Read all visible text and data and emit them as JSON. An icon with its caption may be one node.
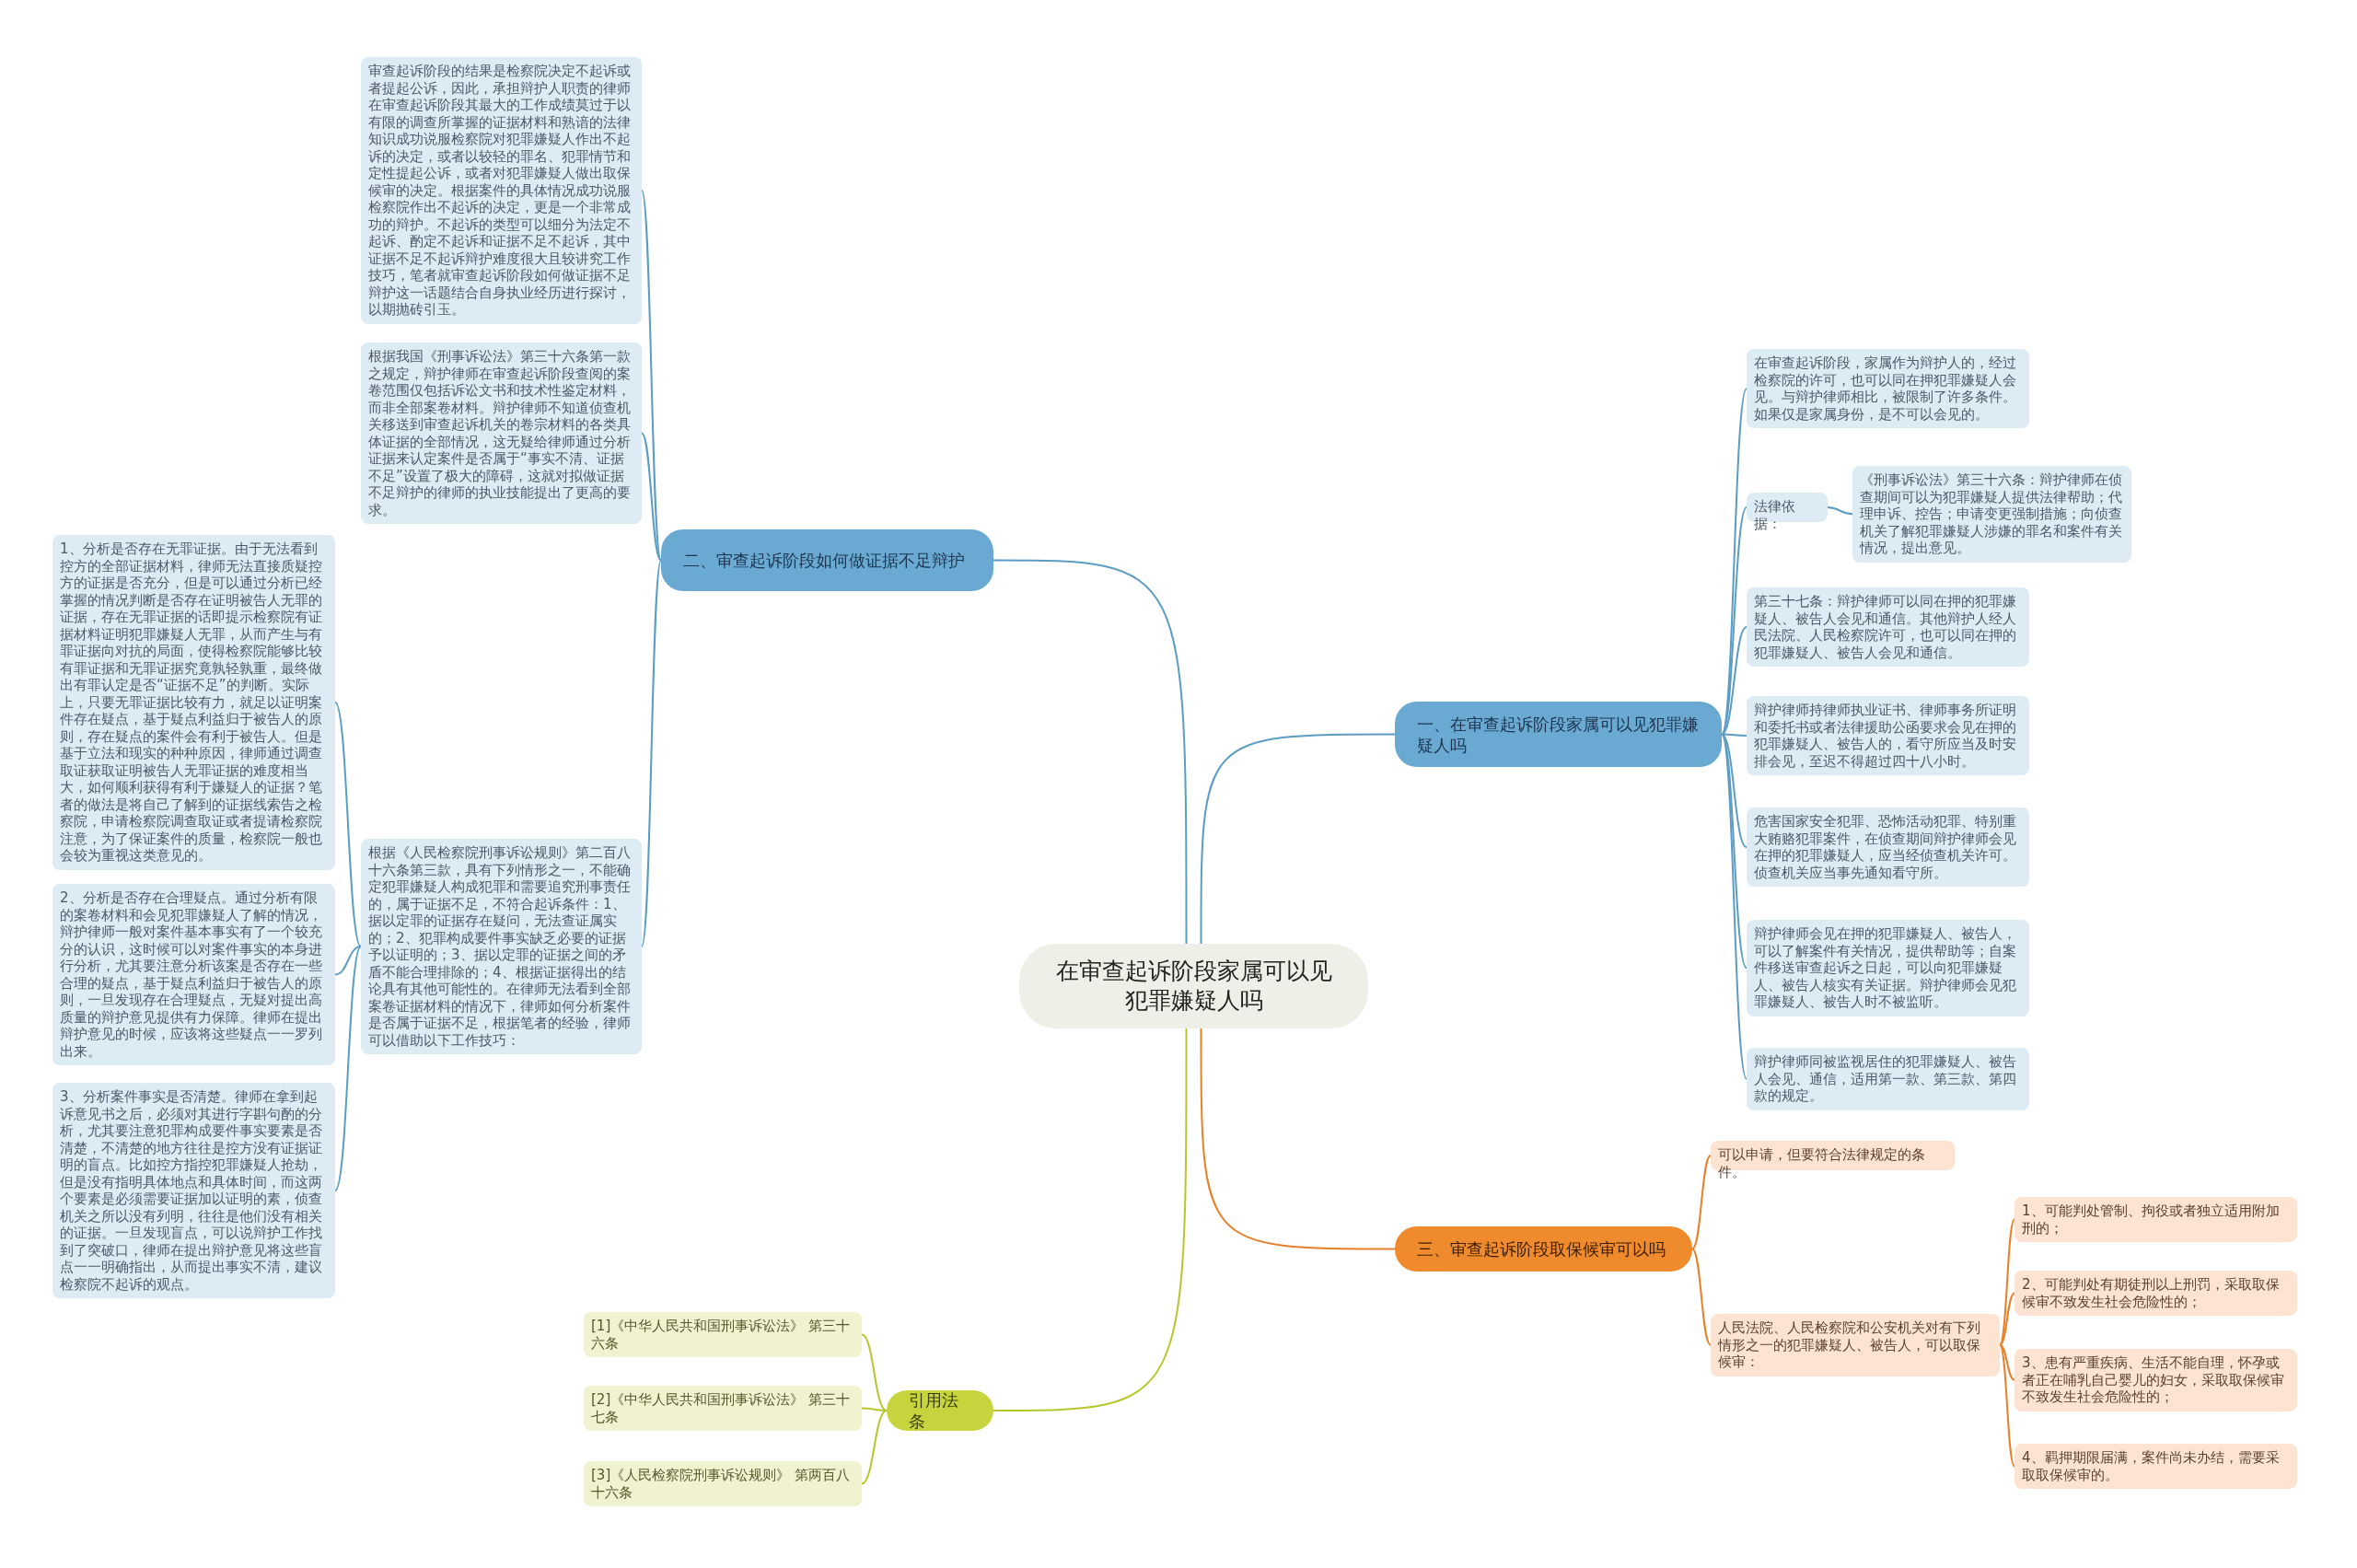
{
  "diagram": {
    "nodes": [
      {
        "text": [
          "在审查起诉阶段家属可以见犯罪嫌疑人吗"
        ]
      },
      {
        "text": [
          "一、在审查起诉阶段家属可以见犯罪嫌疑人吗"
        ]
      },
      {
        "text": [
          "在审查起诉阶段，家属作为辩护人的，经过检察院的许可，也可以同在押犯罪嫌疑人会见。与辩护律师相比，被限制了许多条件。如果仅是家属身份，是不可以会见的。"
        ]
      },
      {
        "text": [
          "法律依据："
        ]
      },
      {
        "text": [
          "《刑事诉讼法》第三十六条：辩护律师在侦查期间可以为犯罪嫌疑人提供法律帮助；代理申诉、控告；申请变更强制措施；向侦查机关了解犯罪嫌疑人涉嫌的罪名和案件有关情况，提出意见。"
        ]
      },
      {
        "text": [
          "第三十七条：辩护律师可以同在押的犯罪嫌疑人、被告人会见和通信。其他辩护人经人民法院、人民检察院许可，也可以同在押的犯罪嫌疑人、被告人会见和通信。"
        ]
      },
      {
        "text": [
          "辩护律师持律师执业证书、律师事务所证明和委托书或者法律援助公函要求会见在押的犯罪嫌疑人、被告人的，看守所应当及时安排会见，至迟不得超过四十八小时。"
        ]
      },
      {
        "text": [
          "危害国家安全犯罪、恐怖活动犯罪、特别重大贿赂犯罪案件，在侦查期间辩护律师会见在押的犯罪嫌疑人，应当经侦查机关许可。侦查机关应当事先通知看守所。"
        ]
      },
      {
        "text": [
          "辩护律师会见在押的犯罪嫌疑人、被告人，可以了解案件有关情况，提供帮助等；自案件移送审查起诉之日起，可以向犯罪嫌疑人、被告人核实有关证据。辩护律师会见犯罪嫌疑人、被告人时不被监听。"
        ]
      },
      {
        "text": [
          "辩护律师同被监视居住的犯罪嫌疑人、被告人会见、通信，适用第一款、第三款、第四款的规定。"
        ]
      },
      {
        "text": [
          "二、审查起诉阶段如何做证据不足辩护"
        ]
      },
      {
        "text": [
          "审查起诉阶段的结果是检察院决定不起诉或者提起公诉，因此，承担辩护人职责的律师在审查起诉阶段其最大的工作成绩莫过于以有限的调查所掌握的证据材料和熟谙的法律知识成功说服检察院对犯罪嫌疑人作出不起诉的决定，或者以较轻的罪名、犯罪情节和定性提起公诉，或者对犯罪嫌疑人做出取保候审的决定。根据案件的具体情况成功说服检察院作出不起诉的决定，更是一个非常成功的辩护。不起诉的类型可以细分为法定不起诉、酌定不起诉和证据不足不起诉，其中证据不足不起诉辩护难度很大且较讲究工作技巧，笔者就审查起诉阶段如何做证据不足辩护这一话题结合自身执业经历进行探讨，以期抛砖引玉。"
        ]
      },
      {
        "text": [
          "根据我国《刑事诉讼法》第三十六条第一款之规定，辩护律师在审查起诉阶段查阅的案卷范围仅包括诉讼文书和技术性鉴定材料，而非全部案卷材料。辩护律师不知道侦查机关移送到审查起诉机关的卷宗材料的各类具体证据的全部情况，这无疑给律师通过分析证据来认定案件是否属于“事实不清、证据不足”设置了极大的障碍，这就对拟做证据不足辩护的律师的执业技能提出了更高的要求。"
        ]
      },
      {
        "text": [
          "根据《人民检察院刑事诉讼规则》第二百八十六条第三款，具有下列情形之一，不能确定犯罪嫌疑人构成犯罪和需要追究刑事责任的，属于证据不足，不符合起诉条件：1、据以定罪的证据存在疑问，无法查证属实的；2、犯罪构成要件事实缺乏必要的证据予以证明的；3、据以定罪的证据之间的矛盾不能合理排除的；4、根据证据得出的结论具有其他可能性的。在律师无法看到全部案卷证据材料的情况下，律师如何分析案件是否属于证据不足，根据笔者的经验，律师可以借助以下工作技巧："
        ]
      },
      {
        "text": [
          "1、分析是否存在无罪证据。由于无法看到控方的全部证据材料，律师无法直接质疑控方的证据是否充分，但是可以通过分析已经掌握的情况判断是否存在证明被告人无罪的证据，存在无罪证据的话即提示检察院有证据材料证明犯罪嫌疑人无罪，从而产生与有罪证据向对抗的局面，使得检察院能够比较有罪证据和无罪证据究竟孰轻孰重，最终做出有罪认定是否“证据不足”的判断。实际上，只要无罪证据比较有力，就足以证明案件存在疑点，基于疑点利益归于被告人的原则，存在疑点的案件会有利于被告人。但是基于立法和现实的种种原因，律师通过调查取证获取证明被告人无罪证据的难度相当大，如何顺利获得有利于嫌疑人的证据？笔者的做法是将自己了解到的证据线索告之检察院，申请检察院调查取证或者提请检察院注意，为了保证案件的质量，检察院一般也会较为重视这类意见的。"
        ]
      },
      {
        "text": [
          "2、分析是否存在合理疑点。通过分析有限的案卷材料和会见犯罪嫌疑人了解的情况，辩护律师一般对案件基本事实有了一个较充分的认识，这时候可以对案件事实的本身进行分析，尤其要注意分析该案是否存在一些合理的疑点，基于疑点利益归于被告人的原则，一旦发现存在合理疑点，无疑对提出高质量的辩护意见提供有力保障。律师在提出辩护意见的时候，应该将这些疑点一一罗列出来。"
        ]
      },
      {
        "text": [
          "3、分析案件事实是否清楚。律师在拿到起诉意见书之后，必须对其进行字斟句酌的分析，尤其要注意犯罪构成要件事实要素是否清楚，不清楚的地方往往是控方没有证据证明的盲点。比如控方指控犯罪嫌疑人抢劫，但是没有指明具体地点和具体时间，而这两个要素是必须需要证据加以证明的素，侦查机关之所以没有列明，往往是他们没有相关的证据。一旦发现盲点，可以说辩护工作找到了突破口，律师在提出辩护意见将这些盲点一一明确指出，从而提出事实不清，建议检察院不起诉的观点。"
        ]
      },
      {
        "text": [
          "三、审查起诉阶段取保候审可以吗"
        ]
      },
      {
        "text": [
          "可以申请，但要符合法律规定的条件。"
        ]
      },
      {
        "text": [
          "人民法院、人民检察院和公安机关对有下列情形之一的犯罪嫌疑人、被告人，可以取保候审："
        ]
      },
      {
        "text": [
          "1、可能判处管制、拘役或者独立适用附加刑的；"
        ]
      },
      {
        "text": [
          "2、可能判处有期徒刑以上刑罚，采取取保候审不致发生社会危险性的；"
        ]
      },
      {
        "text": [
          "3、患有严重疾病、生活不能自理，怀孕或者正在哺乳自己婴儿的妇女，采取取保候审不致发生社会危险性的；"
        ]
      },
      {
        "text": [
          "4、羁押期限届满，案件尚未办结，需要采取取保候审的。"
        ]
      },
      {
        "text": [
          "引用法条"
        ]
      },
      {
        "text": [
          "[1]《中华人民共和国刑事诉讼法》 第三十六条"
        ]
      },
      {
        "text": [
          "[2]《中华人民共和国刑事诉讼法》 第三十七条"
        ]
      },
      {
        "text": [
          "[3]《人民检察院刑事诉讼规则》 第两百八十六条"
        ]
      }
    ],
    "edges": [
      {
        "from": 0,
        "to": 1,
        "arrow": "none"
      },
      {
        "from": 1,
        "to": 2,
        "arrow": "none"
      },
      {
        "from": 1,
        "to": 3,
        "arrow": "none"
      },
      {
        "from": 3,
        "to": 4,
        "arrow": "none"
      },
      {
        "from": 1,
        "to": 5,
        "arrow": "none"
      },
      {
        "from": 1,
        "to": 6,
        "arrow": "none"
      },
      {
        "from": 1,
        "to": 7,
        "arrow": "none"
      },
      {
        "from": 1,
        "to": 8,
        "arrow": "none"
      },
      {
        "from": 1,
        "to": 9,
        "arrow": "none"
      },
      {
        "from": 0,
        "to": 10,
        "arrow": "none"
      },
      {
        "from": 10,
        "to": 11,
        "arrow": "none"
      },
      {
        "from": 10,
        "to": 12,
        "arrow": "none"
      },
      {
        "from": 10,
        "to": 13,
        "arrow": "none"
      },
      {
        "from": 13,
        "to": 14,
        "arrow": "none"
      },
      {
        "from": 13,
        "to": 15,
        "arrow": "none"
      },
      {
        "from": 13,
        "to": 16,
        "arrow": "none"
      },
      {
        "from": 0,
        "to": 17,
        "arrow": "none",
        "color": "#e8802a"
      },
      {
        "from": 17,
        "to": 18,
        "arrow": "none",
        "color": "#e8802a"
      },
      {
        "from": 17,
        "to": 19,
        "arrow": "none",
        "color": "#e8802a"
      },
      {
        "from": 19,
        "to": 20,
        "arrow": "none",
        "color": "#e8802a"
      },
      {
        "from": 19,
        "to": 21,
        "arrow": "none",
        "color": "#e8802a"
      },
      {
        "from": 19,
        "to": 22,
        "arrow": "none",
        "color": "#e8802a"
      },
      {
        "from": 19,
        "to": 23,
        "arrow": "none",
        "color": "#e8802a"
      },
      {
        "from": 0,
        "to": 24,
        "arrow": "none",
        "color": "#b7c62e"
      },
      {
        "from": 24,
        "to": 25,
        "arrow": "none",
        "color": "#b7c62e"
      },
      {
        "from": 24,
        "to": 26,
        "arrow": "none",
        "color": "#b7c62e"
      },
      {
        "from": 24,
        "to": 27,
        "arrow": "none",
        "color": "#b7c62e"
      }
    ]
  }
}
